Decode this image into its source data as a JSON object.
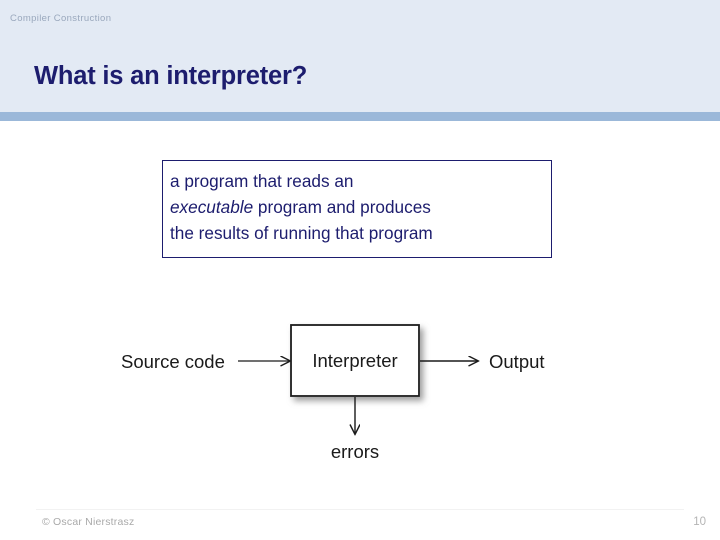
{
  "header": {
    "course": "Compiler Construction",
    "title": "What is an interpreter?",
    "band_color": "#e3eaf4",
    "rule_color": "#9bb8d9",
    "title_color": "#1d1d6e",
    "course_color": "#9aa8bd"
  },
  "definition": {
    "line1_before_em": "a program that reads an",
    "line2_em": "executable",
    "line2_after_em": " program and produces",
    "line3": "the results of running that program",
    "border_color": "#1d1d6e",
    "text_color": "#1d1d6e"
  },
  "diagram": {
    "input_label": "Source code",
    "process_label": "Interpreter",
    "output_label": "Output",
    "error_label": "errors",
    "stroke_color": "#1a1a1a",
    "box_fill": "#ffffff",
    "shadow_color": "#9a9a9a"
  },
  "footer": {
    "copyright": "© Oscar Nierstrasz",
    "page_number": "10",
    "text_color": "#a9a9a9"
  }
}
